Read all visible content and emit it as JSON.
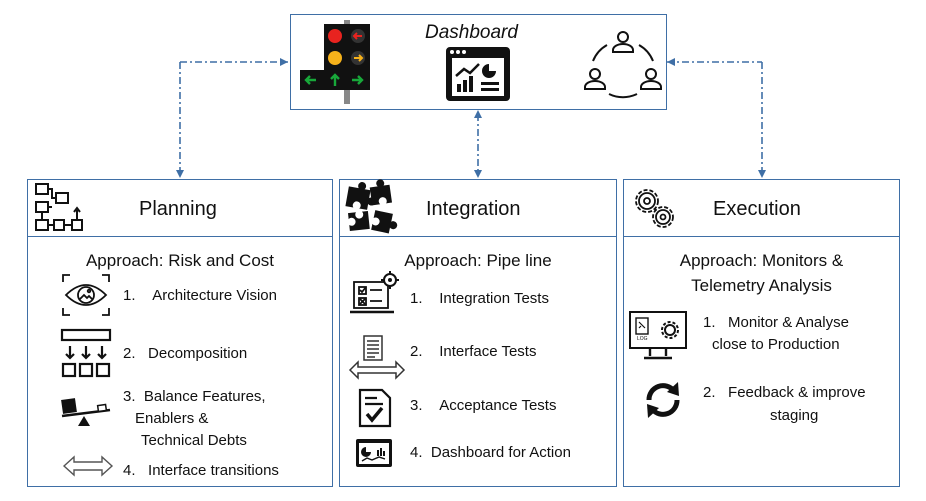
{
  "dashboard": {
    "title": "Dashboard"
  },
  "planning": {
    "title": "Planning",
    "approach": "Approach: Risk and Cost",
    "items": [
      {
        "num": "1.",
        "lines": [
          "Architecture Vision"
        ]
      },
      {
        "num": "2.",
        "lines": [
          "Decomposition"
        ]
      },
      {
        "num": "3.",
        "lines": [
          "Balance Features,",
          "Enablers &",
          "Technical Debts"
        ]
      },
      {
        "num": "4.",
        "lines": [
          "Interface transitions"
        ]
      }
    ]
  },
  "integration": {
    "title": "Integration",
    "approach": "Approach: Pipe line",
    "items": [
      {
        "num": "1.",
        "lines": [
          "Integration Tests"
        ]
      },
      {
        "num": "2.",
        "lines": [
          "Interface Tests"
        ]
      },
      {
        "num": "3.",
        "lines": [
          "Acceptance Tests"
        ]
      },
      {
        "num": "4.",
        "lines": [
          "Dashboard for Action"
        ]
      }
    ]
  },
  "execution": {
    "title": "Execution",
    "approach_lines": [
      "Approach: Monitors &",
      "Telemetry Analysis"
    ],
    "items": [
      {
        "num": "1.",
        "lines": [
          "Monitor & Analyse",
          "close to Production"
        ]
      },
      {
        "num": "2.",
        "lines": [
          "Feedback & improve",
          "staging"
        ]
      }
    ],
    "log_label": "LOG"
  },
  "colors": {
    "border": "#3f6fa6",
    "connector": "#3f6fa6",
    "red": "#e8231f",
    "amber": "#f6b21b",
    "green": "#18a83a"
  },
  "icons": [
    "traffic-light-icon",
    "dashboard-chart-icon",
    "people-cycle-icon",
    "flowchart-icon",
    "puzzle-icon",
    "gears-icon",
    "eye-vision-icon",
    "decomposition-icon",
    "balance-seesaw-icon",
    "double-arrow-icon",
    "test-monitor-icon",
    "interface-doc-icon",
    "checklist-icon",
    "dashboard-report-icon",
    "log-monitor-icon",
    "refresh-cycle-icon"
  ]
}
